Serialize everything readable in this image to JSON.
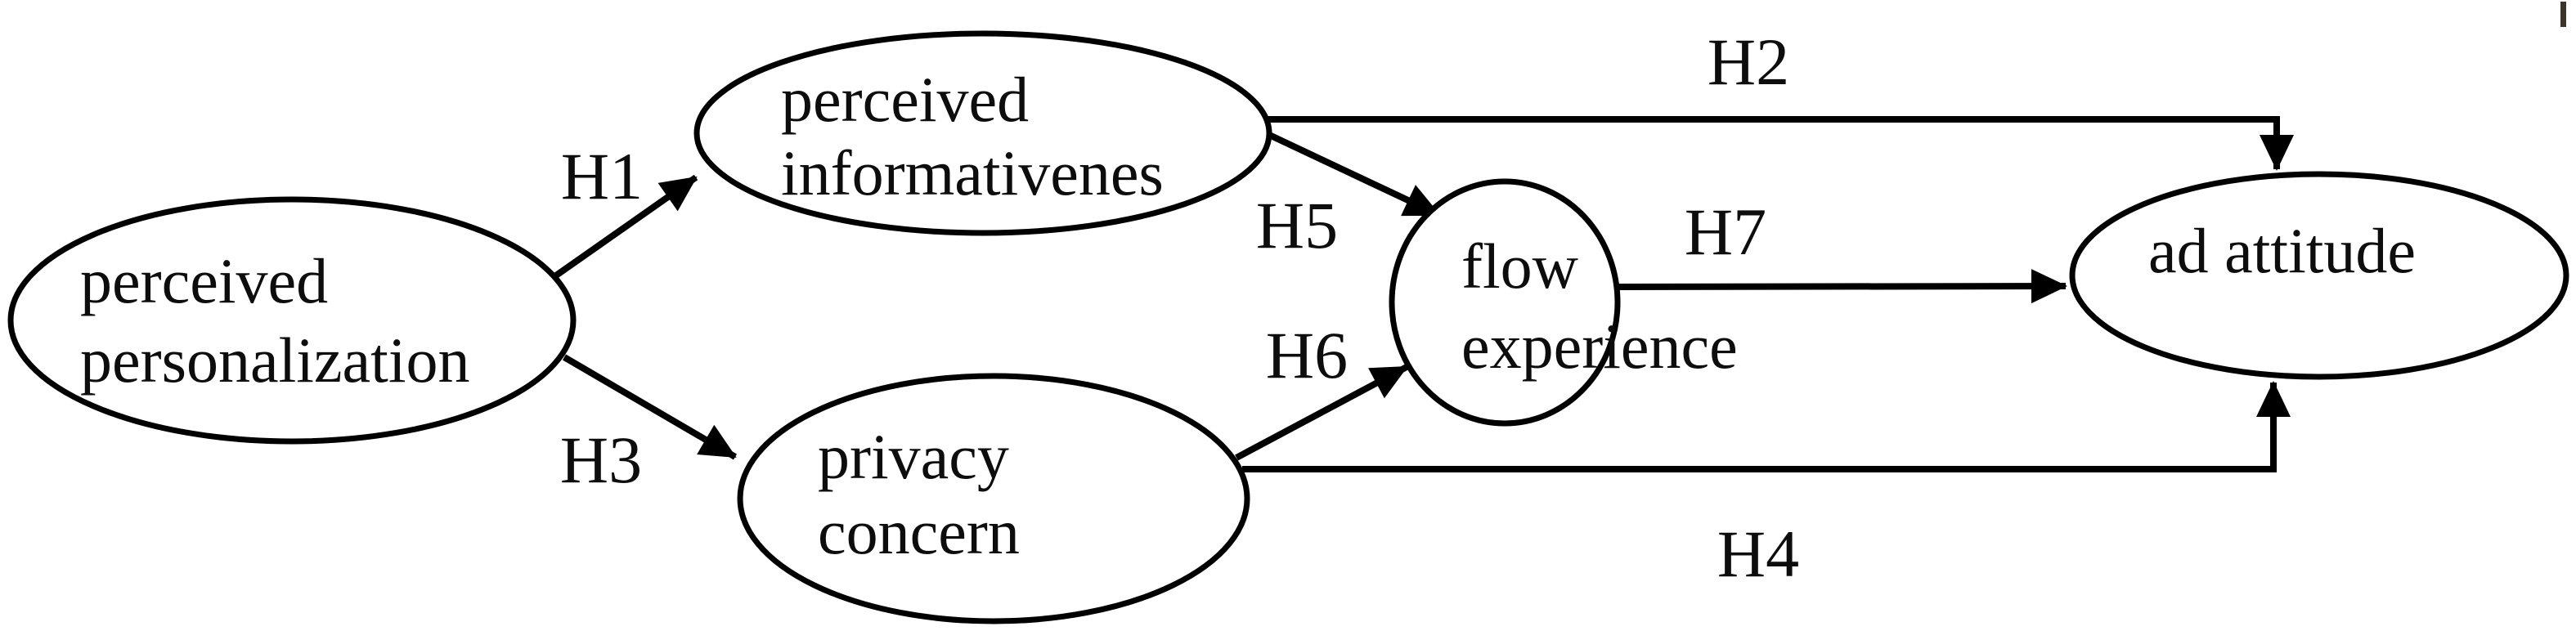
{
  "diagram": {
    "type": "path-model",
    "background_color": "#ffffff",
    "ink_color": "#000000",
    "nodes": [
      {
        "id": "perceived-personalization",
        "lines": [
          "perceived",
          "personalization"
        ]
      },
      {
        "id": "perceived-informativenes",
        "lines": [
          "perceived",
          "informativenes"
        ]
      },
      {
        "id": "privacy-concern",
        "lines": [
          "privacy",
          "concern"
        ]
      },
      {
        "id": "flow-experience",
        "lines": [
          "flow",
          "experience"
        ]
      },
      {
        "id": "ad-attitude",
        "lines": [
          "ad attitude"
        ]
      }
    ],
    "edges": [
      {
        "label": "H1",
        "from": "perceived-personalization",
        "to": "perceived-informativenes"
      },
      {
        "label": "H2",
        "from": "perceived-informativenes",
        "to": "ad-attitude"
      },
      {
        "label": "H3",
        "from": "perceived-personalization",
        "to": "privacy-concern"
      },
      {
        "label": "H4",
        "from": "privacy-concern",
        "to": "ad-attitude"
      },
      {
        "label": "H5",
        "from": "perceived-informativenes",
        "to": "flow-experience"
      },
      {
        "label": "H6",
        "from": "privacy-concern",
        "to": "flow-experience"
      },
      {
        "label": "H7",
        "from": "flow-experience",
        "to": "ad-attitude"
      }
    ]
  }
}
